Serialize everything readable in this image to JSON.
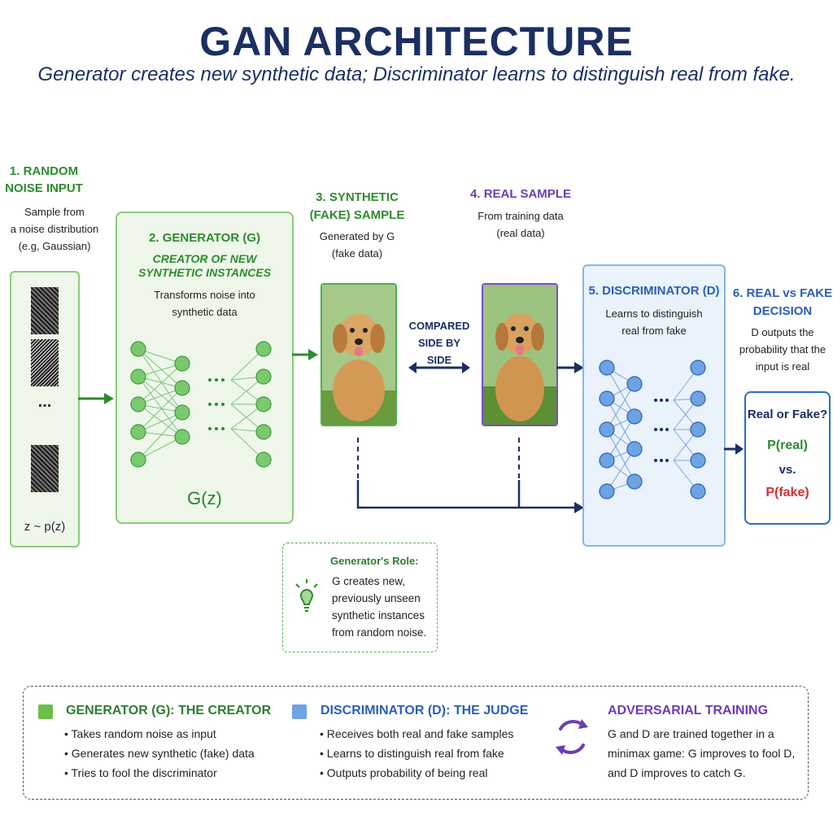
{
  "header": {
    "title": "GAN ARCHITECTURE",
    "subtitle": "Generator creates new synthetic data; Discriminator learns to distinguish real from fake."
  },
  "noise": {
    "heading_1": "1. RANDOM",
    "heading_2": "NOISE INPUT",
    "desc_1": "Sample from",
    "desc_2": "a noise distribution",
    "desc_3": "(e.g, Gaussian)",
    "ellipsis": "...",
    "formula": "z ~ p(z)"
  },
  "generator": {
    "heading": "2. GENERATOR (G)",
    "tagline_1": "CREATOR OF NEW",
    "tagline_2": "SYNTHETIC INSTANCES",
    "desc_1": "Transforms noise into",
    "desc_2": "synthetic data",
    "label": "G(z)",
    "dots": "• • •"
  },
  "fake_sample": {
    "heading_1": "3. SYNTHETIC",
    "heading_2": "(FAKE) SAMPLE",
    "desc_1": "Generated by G",
    "desc_2": "(fake data)"
  },
  "compare": {
    "line_1": "COMPARED",
    "line_2": "SIDE BY SIDE"
  },
  "real_sample": {
    "heading": "4. REAL SAMPLE",
    "desc_1": "From training data",
    "desc_2": "(real data)"
  },
  "discriminator": {
    "heading": "5. DISCRIMINATOR (D)",
    "desc_1": "Learns to distinguish",
    "desc_2": "real from fake",
    "dots": "• • •"
  },
  "decision": {
    "heading_1": "6. REAL vs FAKE",
    "heading_2": "DECISION",
    "desc_1": "D outputs the",
    "desc_2": "probability that the",
    "desc_3": "input is real",
    "question": "Real or Fake?",
    "p_real": "P(real)",
    "vs": "vs.",
    "p_fake": "P(fake)"
  },
  "role": {
    "heading": "Generator's Role:",
    "line_1": "G creates new,",
    "line_2": "previously unseen",
    "line_3": "synthetic instances",
    "line_4": "from random noise."
  },
  "legend": {
    "generator": {
      "heading": "GENERATOR (G): THE CREATOR",
      "items": [
        "Takes random noise as input",
        "Generates new synthetic (fake) data",
        "Tries to fool the discriminator"
      ]
    },
    "discriminator": {
      "heading": "DISCRIMINATOR (D): THE JUDGE",
      "items": [
        "Receives both real and fake samples",
        "Learns to distinguish real from fake",
        "Outputs probability of being real"
      ]
    },
    "adversarial": {
      "heading": "ADVERSARIAL TRAINING",
      "line_1": "G and D are trained together in a",
      "line_2": "minimax game: G improves to fool D,",
      "line_3": "and D improves to catch G."
    }
  },
  "colors": {
    "green": "#2e8b2e",
    "blue": "#2a5fb8",
    "purple": "#6a3db8",
    "red": "#d32f2f",
    "navy": "#1b2f63"
  }
}
